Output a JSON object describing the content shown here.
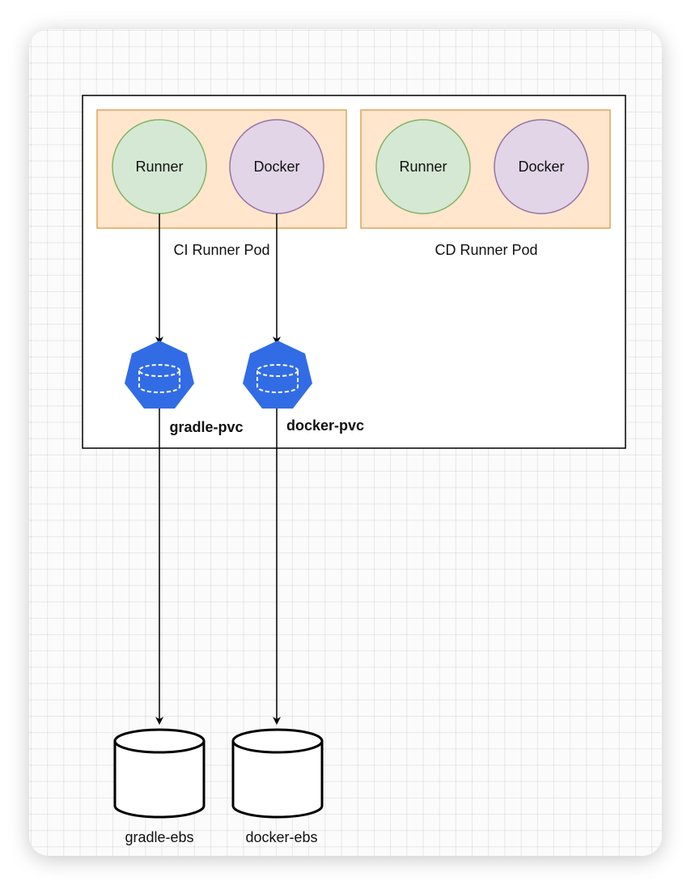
{
  "pods": [
    {
      "label": "CI Runner Pod",
      "containers": [
        "Runner",
        "Docker"
      ]
    },
    {
      "label": "CD Runner Pod",
      "containers": [
        "Runner",
        "Docker"
      ]
    }
  ],
  "pvcs": [
    {
      "label": "gradle-pvc"
    },
    {
      "label": "docker-pvc"
    }
  ],
  "volumes": [
    {
      "label": "gradle-ebs"
    },
    {
      "label": "docker-ebs"
    }
  ],
  "colors": {
    "pod_fill": "#ffe6cc",
    "pod_stroke": "#e0a35a",
    "runner_fill": "#d5e8d4",
    "runner_stroke": "#82b366",
    "docker_fill": "#e1d5e7",
    "docker_stroke": "#9673a6",
    "pvc_fill": "#326ce5"
  },
  "icons": {
    "pvc": "kubernetes-pvc-icon",
    "ebs": "database-cylinder-icon"
  }
}
